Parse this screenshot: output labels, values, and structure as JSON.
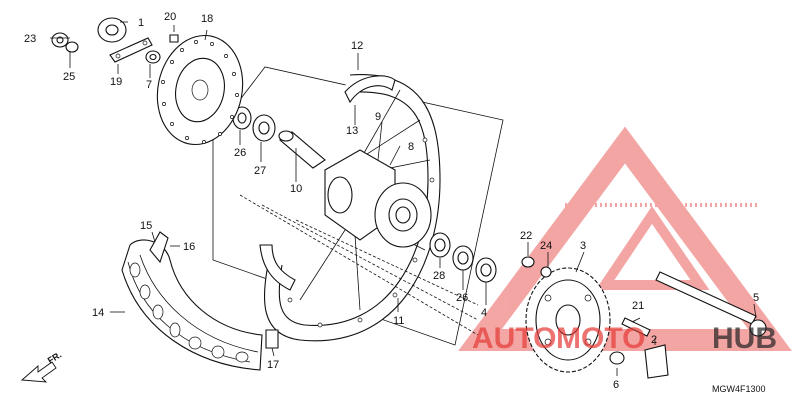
{
  "diagram_code": "MGW4F1300",
  "front_marker": "FR.",
  "watermark": {
    "part1": "AUTO",
    "part2": "MOTO",
    "part3": "HUB",
    "color": "#e53935"
  },
  "callouts": {
    "c1": "1",
    "c2": "2",
    "c3": "3",
    "c4": "4",
    "c5": "5",
    "c6": "6",
    "c7": "7",
    "c8": "8",
    "c9": "9",
    "c10": "10",
    "c11": "11",
    "c12": "12",
    "c13": "13",
    "c14": "14",
    "c15": "15",
    "c16": "16",
    "c17": "17",
    "c18": "18",
    "c19": "19",
    "c20": "20",
    "c21": "21",
    "c22": "22",
    "c23": "23",
    "c24": "24",
    "c25": "25",
    "c26a": "26",
    "c26b": "26",
    "c27": "27",
    "c28": "28"
  }
}
